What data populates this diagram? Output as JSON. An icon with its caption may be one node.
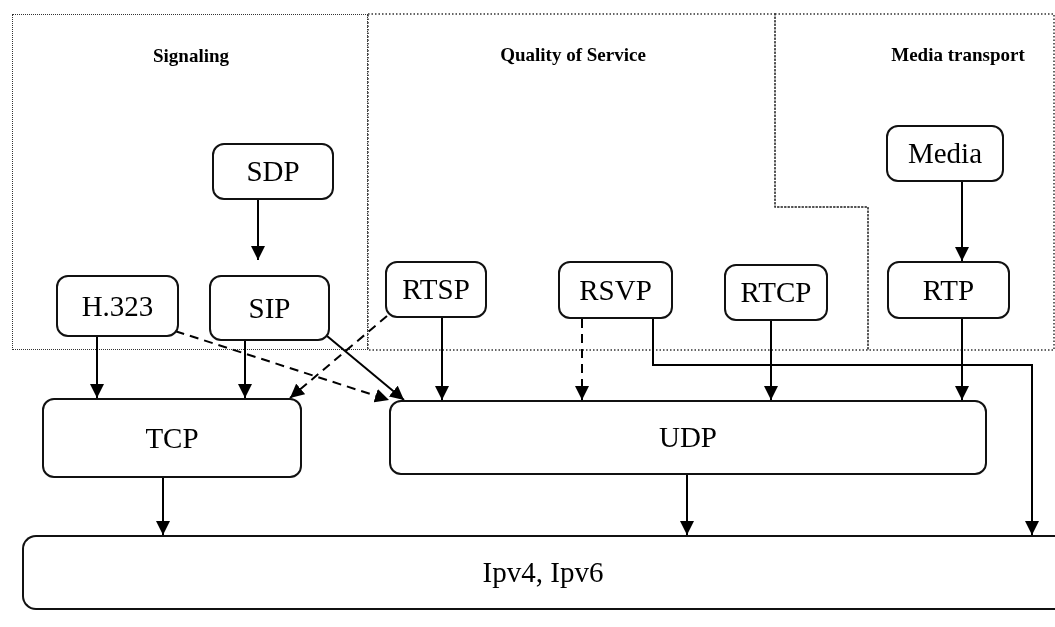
{
  "diagram": {
    "nodes": [
      {
        "text": [
          "Signaling"
        ]
      },
      {
        "text": [
          "SDP"
        ],
        "in": 0
      },
      {
        "text": [
          "H.323"
        ],
        "in": 0
      },
      {
        "text": [
          "SIP"
        ],
        "in": 0
      },
      {
        "text": [
          "Quality of Service"
        ]
      },
      {
        "text": [
          "RTSP"
        ],
        "in": 4
      },
      {
        "text": [
          "RSVP"
        ],
        "in": 4
      },
      {
        "text": [
          "RTCP"
        ],
        "in": 4
      },
      {
        "text": [
          "Media transport"
        ]
      },
      {
        "text": [
          "Media"
        ],
        "in": 8
      },
      {
        "text": [
          "RTP"
        ],
        "in": 8
      },
      {
        "text": [
          "TCP"
        ]
      },
      {
        "text": [
          "UDP"
        ]
      },
      {
        "text": [
          "Ipv4, Ipv6"
        ]
      }
    ],
    "edges": [
      {
        "from": 1,
        "to": 3,
        "arrow": "to"
      },
      {
        "from": 2,
        "to": 11,
        "arrow": "to"
      },
      {
        "from": 2,
        "to": 12,
        "arrow": "to",
        "style": "dashed"
      },
      {
        "from": 3,
        "to": 11,
        "arrow": "to"
      },
      {
        "from": 3,
        "to": 12,
        "arrow": "to"
      },
      {
        "from": 5,
        "to": 11,
        "arrow": "to",
        "style": "dashed"
      },
      {
        "from": 5,
        "to": 12,
        "arrow": "to"
      },
      {
        "from": 6,
        "to": 12,
        "arrow": "to",
        "style": "dashed"
      },
      {
        "from": 6,
        "to": 13,
        "arrow": "to"
      },
      {
        "from": 7,
        "to": 12,
        "arrow": "to"
      },
      {
        "from": 9,
        "to": 10,
        "arrow": "to"
      },
      {
        "from": 10,
        "to": 12,
        "arrow": "to"
      },
      {
        "from": 11,
        "to": 13,
        "arrow": "to"
      },
      {
        "from": 12,
        "to": 13,
        "arrow": "to"
      }
    ]
  }
}
